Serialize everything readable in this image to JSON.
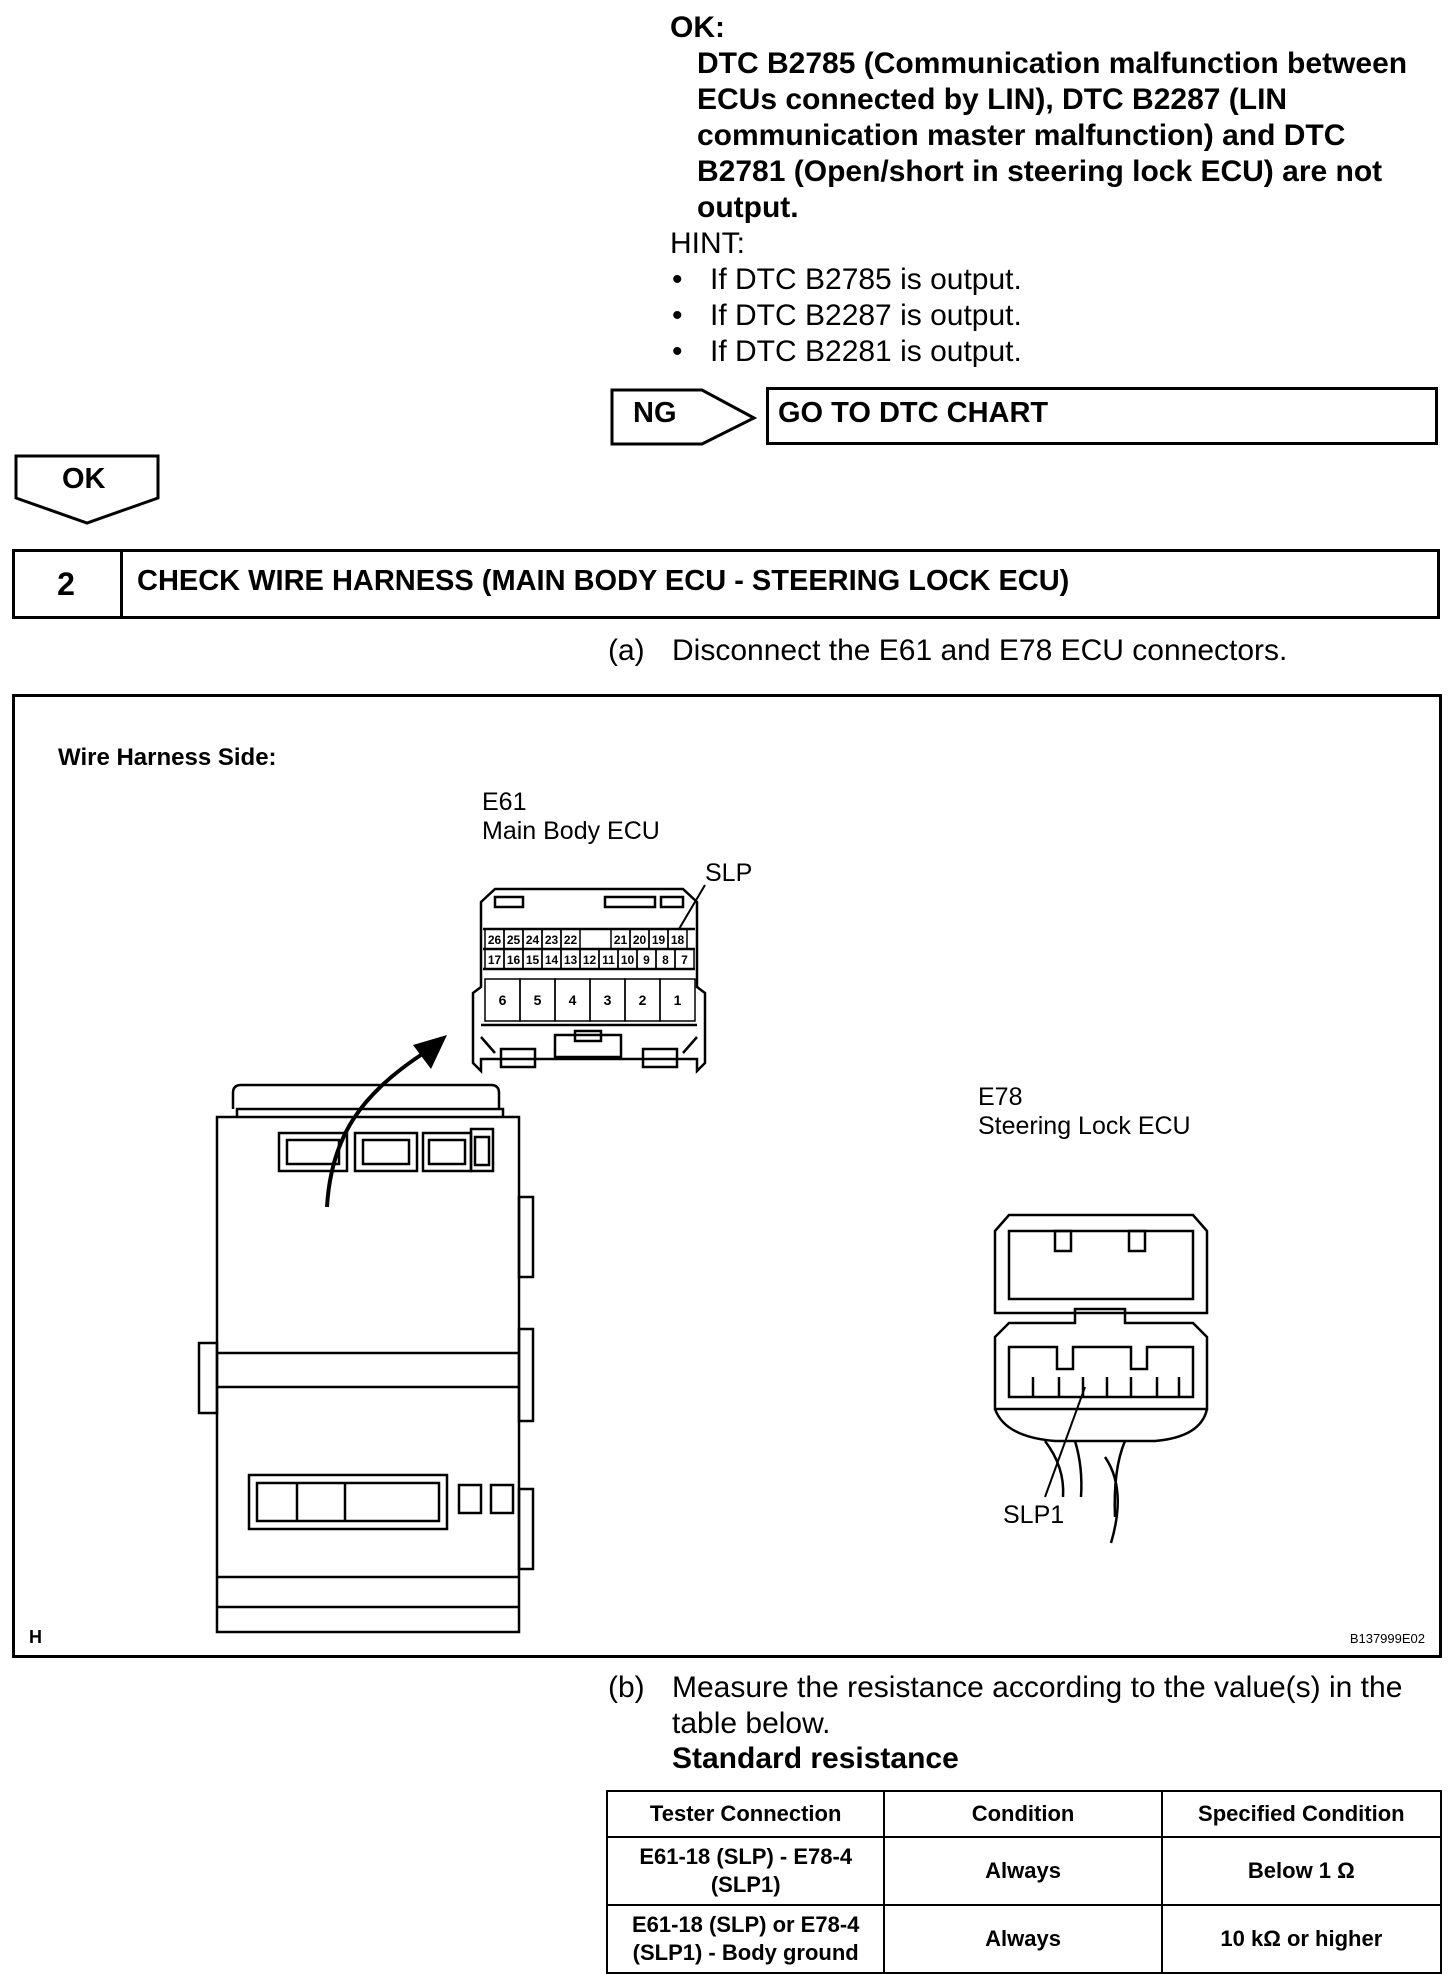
{
  "ok_section": {
    "title": "OK:",
    "text": "DTC B2785 (Communication malfunction between ECUs connected by LIN), DTC B2287 (LIN communication master malfunction) and DTC B2781 (Open/short in steering lock ECU) are not output."
  },
  "hint": {
    "label": "HINT:",
    "bullet": "•",
    "items": [
      "If DTC B2785 is output.",
      "If DTC B2287 is output.",
      "If DTC B2281 is output."
    ]
  },
  "ng_branch": {
    "label": "NG",
    "destination": "GO TO DTC CHART"
  },
  "ok_branch": {
    "label": "OK"
  },
  "step": {
    "number": "2",
    "title": "CHECK WIRE HARNESS (MAIN BODY ECU - STEERING LOCK ECU)",
    "sub_a": {
      "marker": "(a)",
      "text": "Disconnect the E61 and E78 ECU connectors."
    },
    "sub_b": {
      "marker": "(b)",
      "text": "Measure the resistance according to the value(s) in the table below."
    }
  },
  "figure": {
    "heading": "Wire Harness Side:",
    "e61": {
      "code": "E61",
      "name": "Main Body ECU",
      "pin_label": "SLP",
      "top_pins_left": [
        "26",
        "25",
        "24",
        "23",
        "22"
      ],
      "top_pins_right": [
        "21",
        "20",
        "19",
        "18"
      ],
      "mid_pins": [
        "17",
        "16",
        "15",
        "14",
        "13",
        "12",
        "11",
        "10",
        "9",
        "8",
        "7"
      ],
      "big_pins": [
        "6",
        "5",
        "4",
        "3",
        "2",
        "1"
      ]
    },
    "e78": {
      "code": "E78",
      "name": "Steering Lock ECU",
      "pin_label": "SLP1"
    },
    "corner_letter": "H",
    "figure_id": "B137999E02"
  },
  "standard_resistance": {
    "title": "Standard resistance",
    "headers": [
      "Tester Connection",
      "Condition",
      "Specified Condition"
    ],
    "rows": [
      [
        "E61-18 (SLP) - E78-4 (SLP1)",
        "Always",
        "Below 1 Ω"
      ],
      [
        "E61-18 (SLP) or E78-4 (SLP1) - Body ground",
        "Always",
        "10 kΩ or higher"
      ]
    ]
  }
}
